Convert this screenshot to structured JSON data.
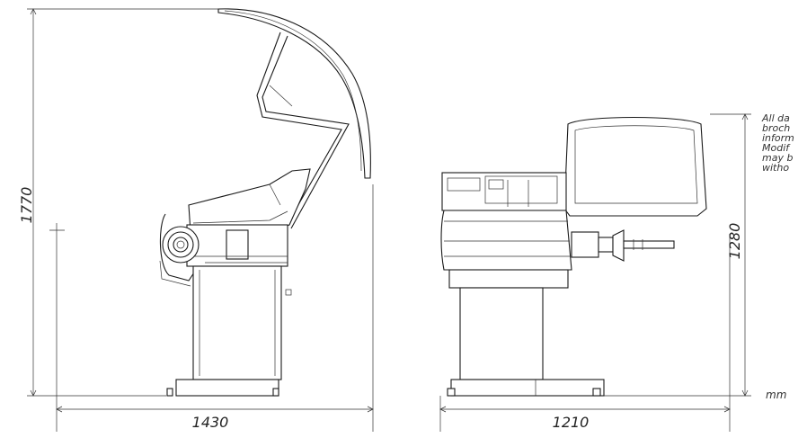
{
  "dimensions": {
    "height_left": "1770",
    "width_left": "1430",
    "width_right": "1210",
    "height_right": "1280"
  },
  "note": {
    "lines": [
      "All da",
      "broch",
      "inform",
      "Modif",
      "may b",
      "witho"
    ]
  },
  "unit_label": "mm"
}
